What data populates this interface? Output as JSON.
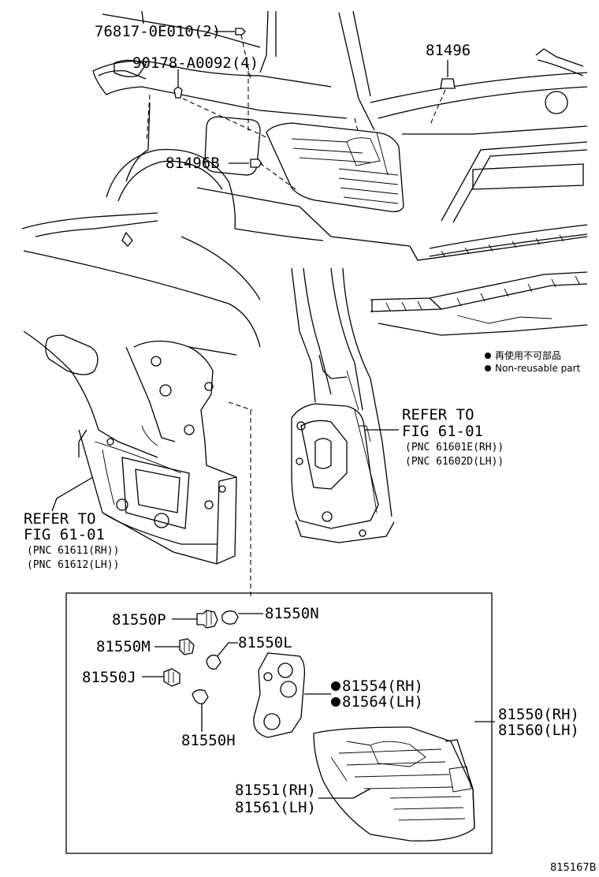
{
  "callouts": {
    "p76817": "76817-0E010(2)",
    "p90178": "90178-A0092(4)",
    "p81496": "81496",
    "p81496b": "81496B",
    "p81550p": "81550P",
    "p81550n": "81550N",
    "p81550m": "81550M",
    "p81550l": "81550L",
    "p81550j": "81550J",
    "p81550h": "81550H",
    "p81554": "81554(RH)",
    "p81564": "81564(LH)",
    "p81550": "81550(RH)",
    "p81560": "81560(LH)",
    "p81551": "81551(RH)",
    "p81561": "81561(LH)"
  },
  "refer_right": {
    "line1": "REFER TO",
    "line2": "FIG 61-01",
    "pnc1": "(PNC 61601E(RH))",
    "pnc2": "(PNC 61602D(LH))"
  },
  "refer_left": {
    "line1": "REFER TO",
    "line2": "FIG 61-01",
    "pnc1": "(PNC 61611(RH))",
    "pnc2": "(PNC 61612(LH))"
  },
  "legend": {
    "zh": "再使用不可部品",
    "en": "Non-reusable part"
  },
  "figure_code": "815167B"
}
